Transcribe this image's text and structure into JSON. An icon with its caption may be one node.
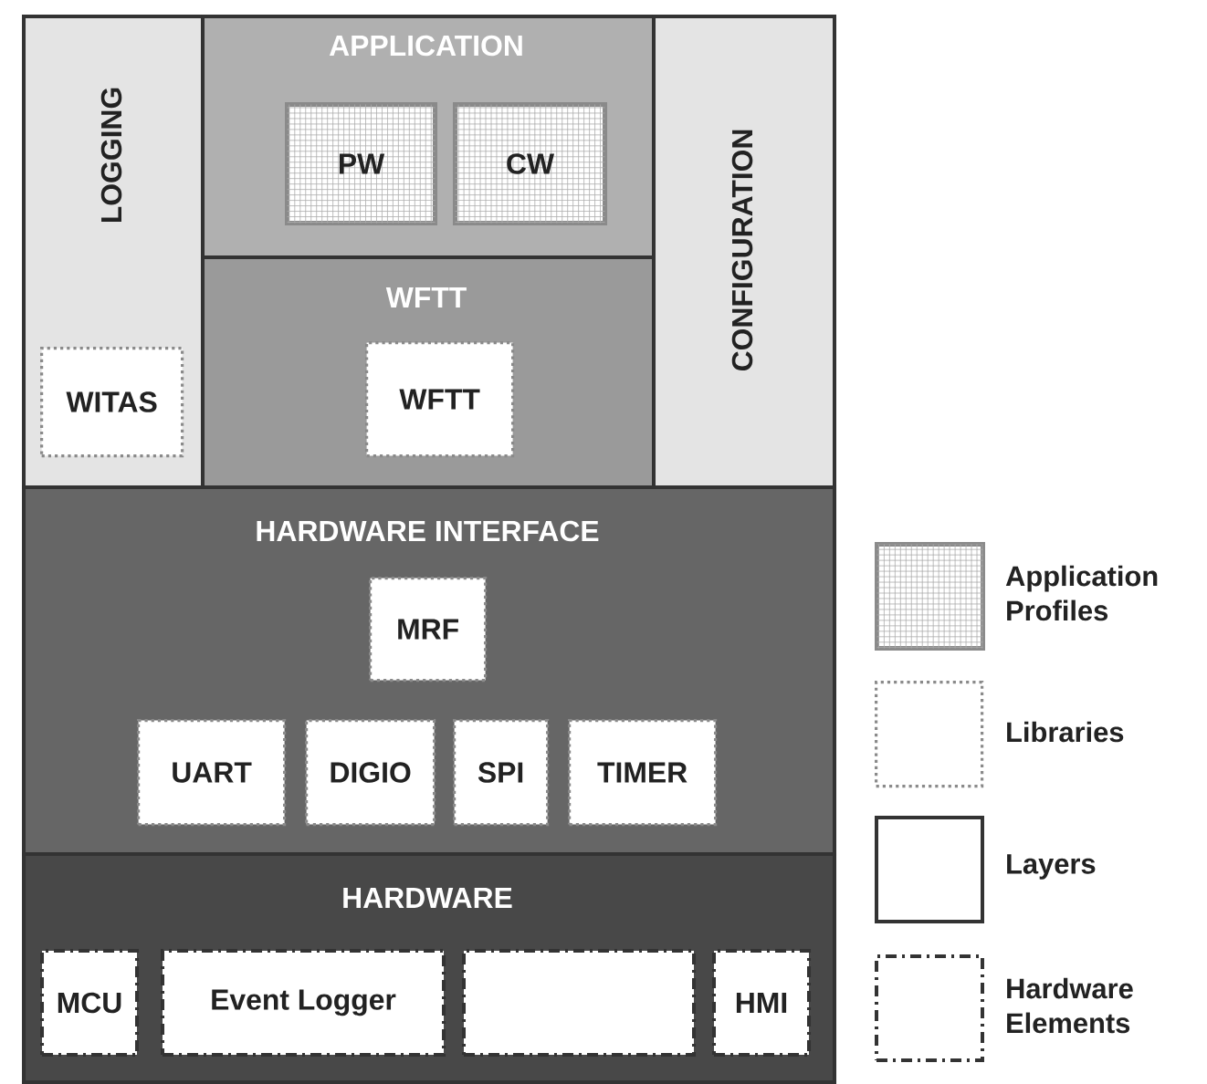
{
  "diagram": {
    "nodes": [
      {
        "text": [
          "LOGGING"
        ]
      },
      {
        "text": [
          "WITAS"
        ],
        "in": 0
      },
      {
        "text": [
          "APPLICATION"
        ]
      },
      {
        "text": [
          "PW"
        ],
        "in": 2
      },
      {
        "text": [
          "CW"
        ],
        "in": 2
      },
      {
        "text": [
          "WFTT"
        ]
      },
      {
        "text": [
          "WFTT"
        ],
        "in": 5
      },
      {
        "text": [
          "CONFIGURATION"
        ]
      },
      {
        "text": [
          "HARDWARE INTERFACE"
        ]
      },
      {
        "text": [
          "MRF"
        ],
        "in": 8
      },
      {
        "text": [
          "UART"
        ],
        "in": 8
      },
      {
        "text": [
          "DIGIO"
        ],
        "in": 8
      },
      {
        "text": [
          "SPI"
        ],
        "in": 8
      },
      {
        "text": [
          "TIMER"
        ],
        "in": 8
      },
      {
        "text": [
          "HARDWARE"
        ]
      },
      {
        "text": [
          "MCU"
        ],
        "in": 14
      },
      {
        "text": [
          "Event Logger"
        ],
        "in": 14
      },
      {
        "text": [],
        "shape": "box",
        "in": 14
      },
      {
        "text": [
          "HMI"
        ],
        "in": 14
      }
    ],
    "legend": [
      {
        "text": "Application Profiles"
      },
      {
        "text": "Libraries"
      },
      {
        "text": "Layers"
      },
      {
        "text": "Hardware Elements"
      }
    ]
  }
}
